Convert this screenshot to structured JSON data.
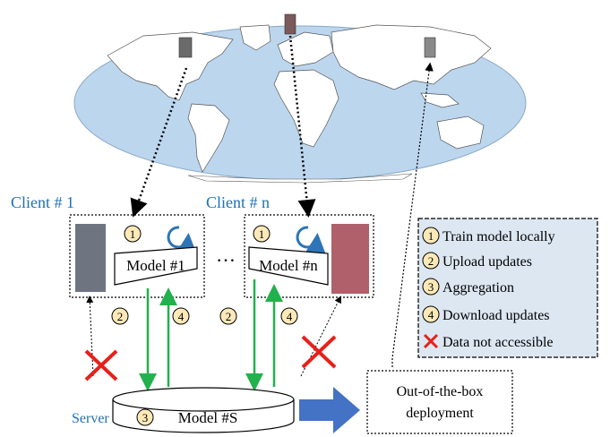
{
  "clients": {
    "client1_label": "Client # 1",
    "clientn_label": "Client # n",
    "ellipsis": "…"
  },
  "models": {
    "model1": "Model #1",
    "modeln": "Model #n",
    "server_label": "Server",
    "server_model": "Model #S"
  },
  "steps": {
    "s1": "1",
    "s2": "2",
    "s3": "3",
    "s4": "4"
  },
  "legend": {
    "items": [
      {
        "num": "1",
        "text": "Train model locally"
      },
      {
        "num": "2",
        "text": "Upload updates"
      },
      {
        "num": "3",
        "text": "Aggregation"
      },
      {
        "num": "4",
        "text": "Download updates"
      },
      {
        "icon": "red-x",
        "text": "Data not accessible"
      }
    ]
  },
  "deployment": {
    "line1": "Out-of-the-box",
    "line2": "deployment"
  },
  "colors": {
    "client_label": "#1f6fb5",
    "map_ocean": "#bcd6ee",
    "map_land": "#ffffff",
    "legend_bg": "#dce7f2",
    "circle_fill": "#fde9b8",
    "arrow_green": "#22b14c",
    "cross_red": "#e8201a",
    "big_arrow": "#4472c4",
    "cycle_blue": "#2e75b6"
  }
}
